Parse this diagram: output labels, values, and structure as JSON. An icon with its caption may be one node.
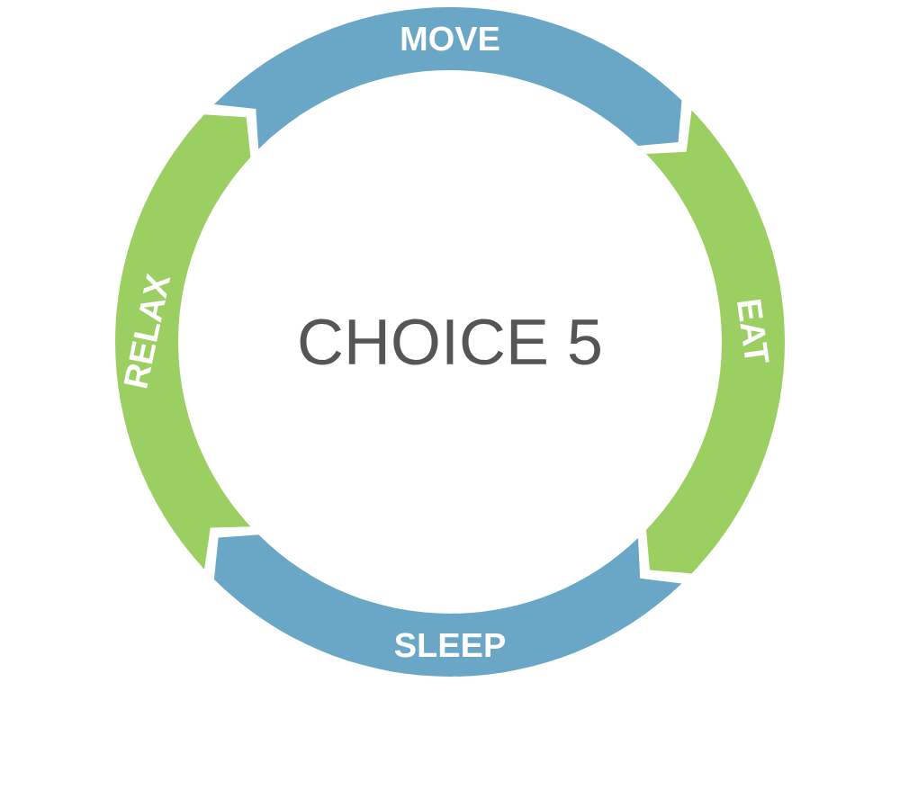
{
  "diagram": {
    "nodes": [
      {
        "text": [
          "MOVE"
        ]
      },
      {
        "text": [
          "EAT"
        ]
      },
      {
        "text": [
          "SLEEP"
        ]
      },
      {
        "text": [
          "RELAX"
        ]
      }
    ],
    "labels": [
      "CHOICE 5"
    ]
  }
}
